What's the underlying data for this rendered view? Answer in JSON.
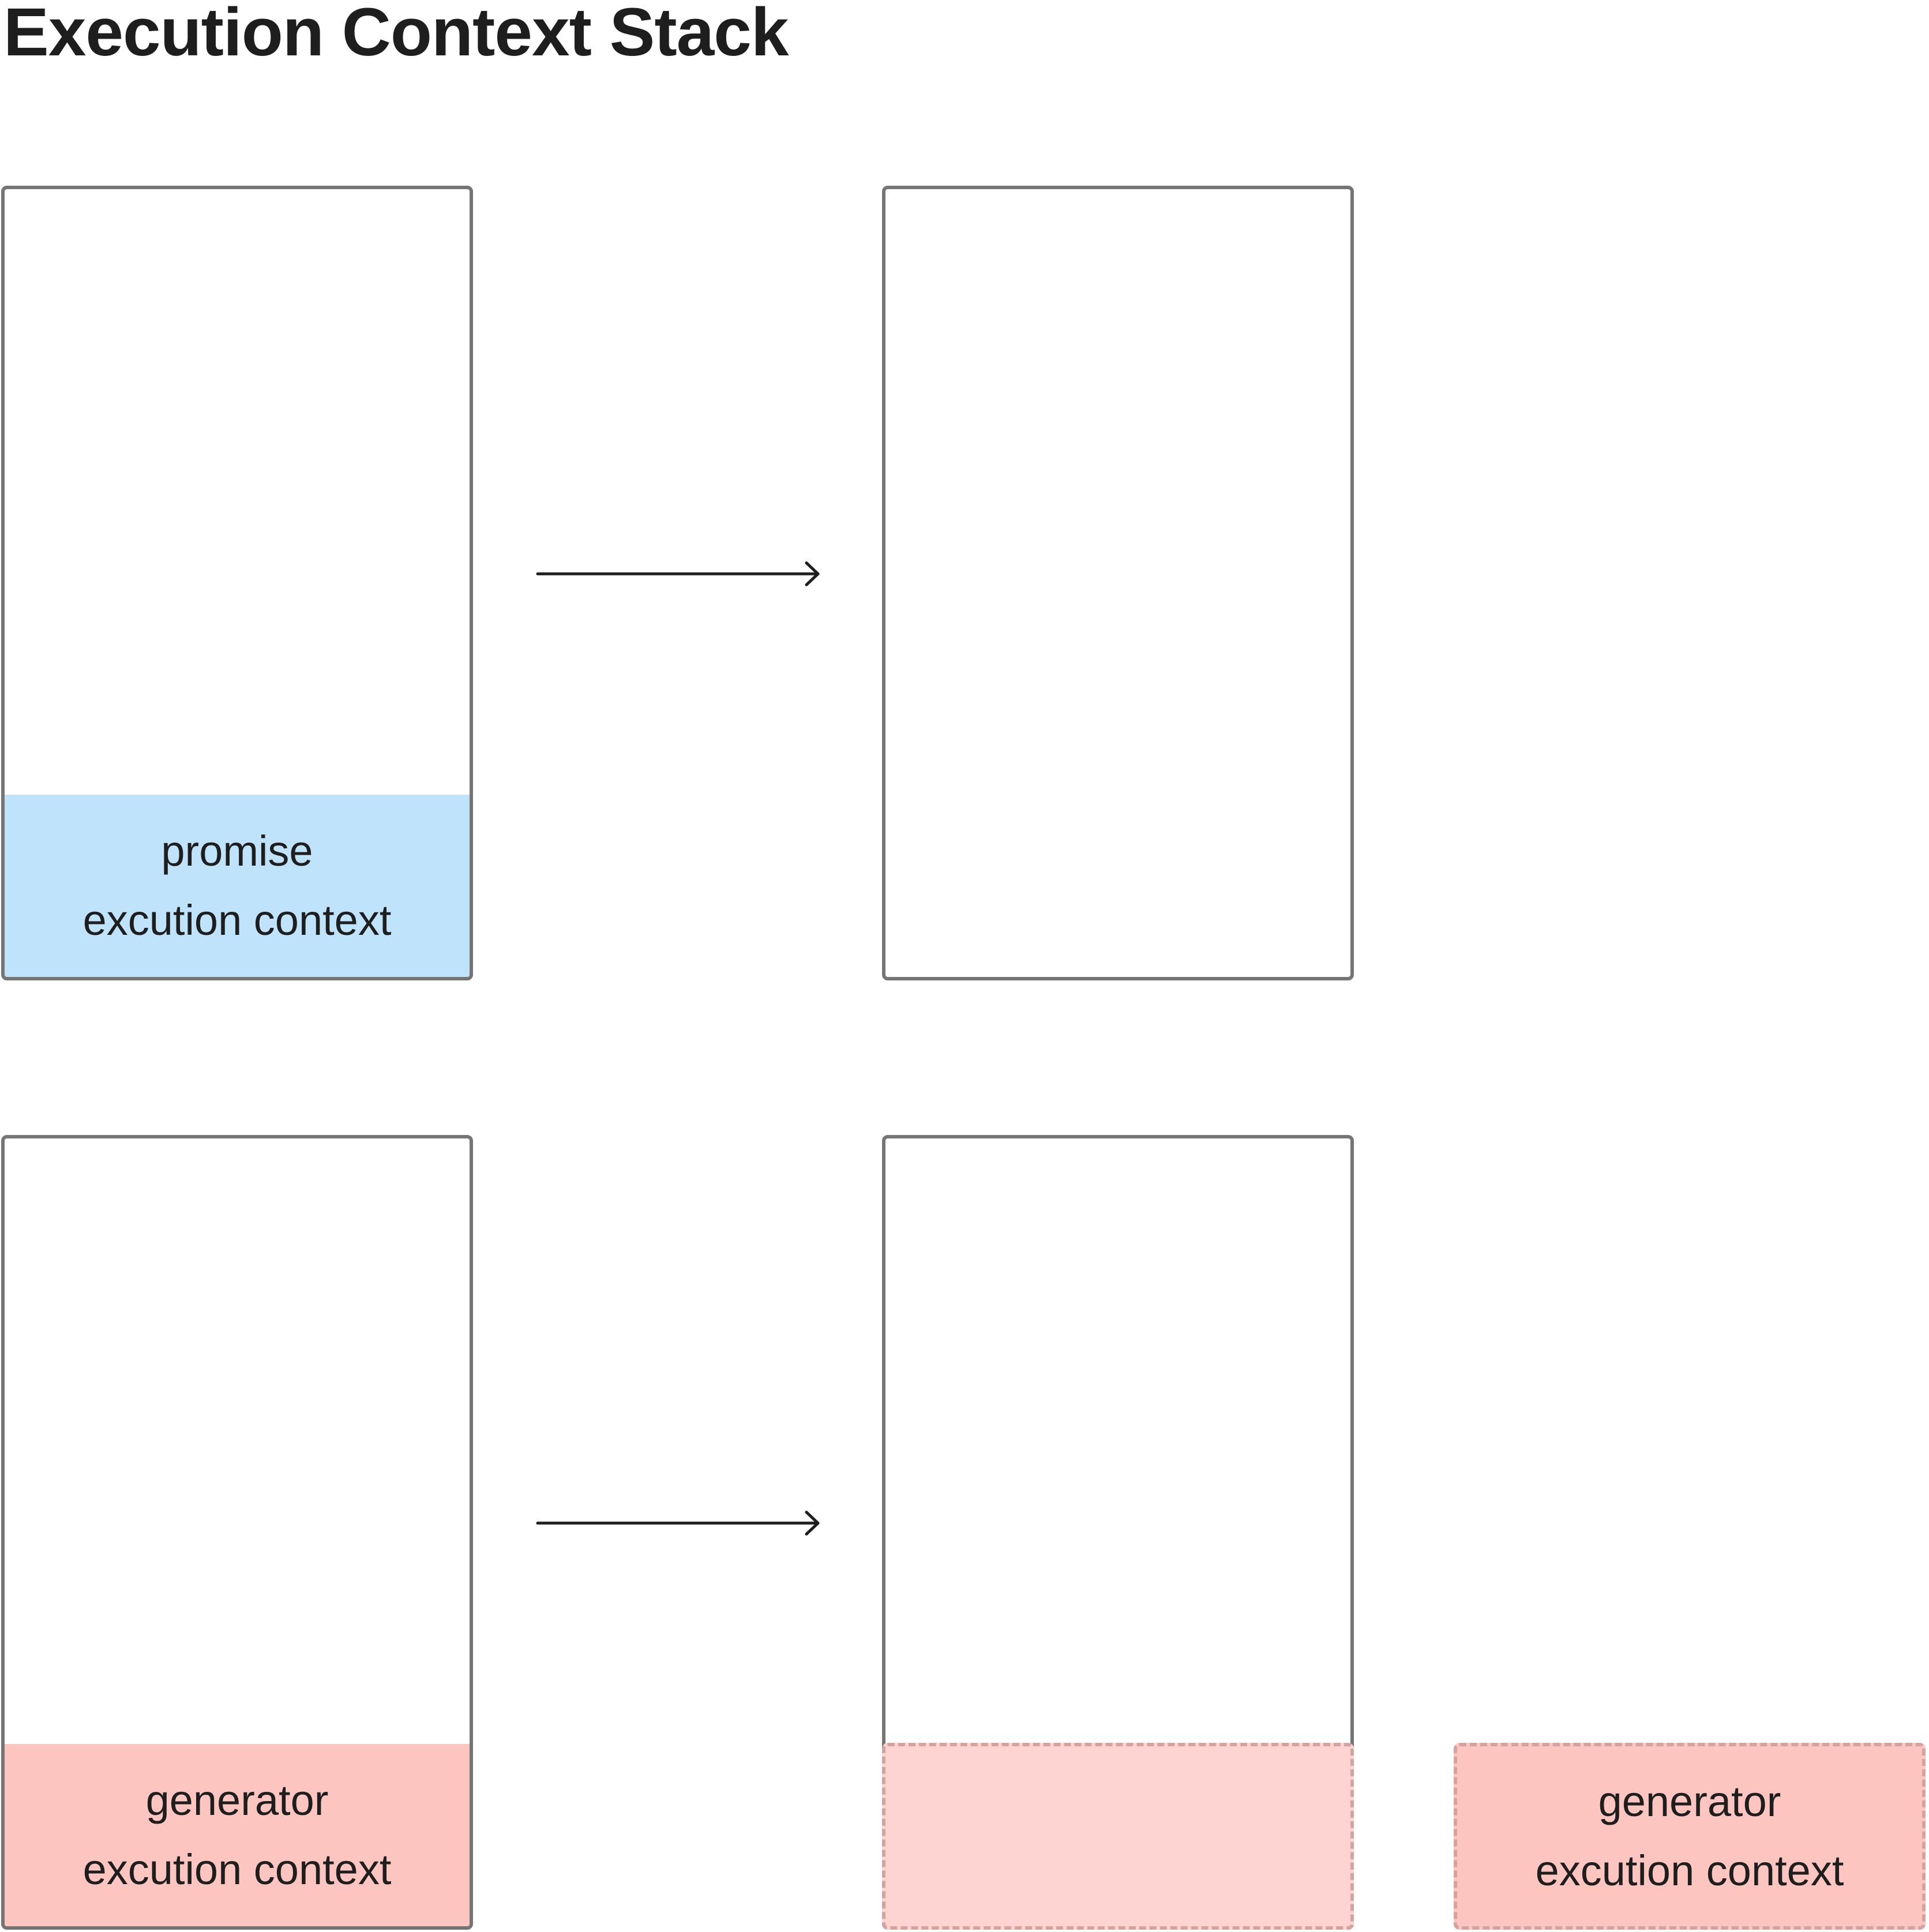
{
  "title": "Execution Context Stack",
  "colors": {
    "stack_border": "#757575",
    "promise_fill": "#bfe3fb",
    "generator_fill": "#fcc5c0",
    "ghost_fill": "#fed4d2",
    "ghost_border": "#d4a3a0",
    "text": "#1e1e1e",
    "arrow": "#1e1e1e"
  },
  "rows": [
    {
      "before": {
        "context": {
          "line1": "promise",
          "line2": "excution context"
        }
      },
      "arrow_icon": "right-arrow-icon",
      "after": {}
    },
    {
      "before": {
        "context": {
          "line1": "generator",
          "line2": "excution context"
        }
      },
      "arrow_icon": "right-arrow-icon",
      "after": {
        "placeholder": ""
      },
      "popped": {
        "context": {
          "line1": "generator",
          "line2": "excution context"
        }
      }
    }
  ]
}
